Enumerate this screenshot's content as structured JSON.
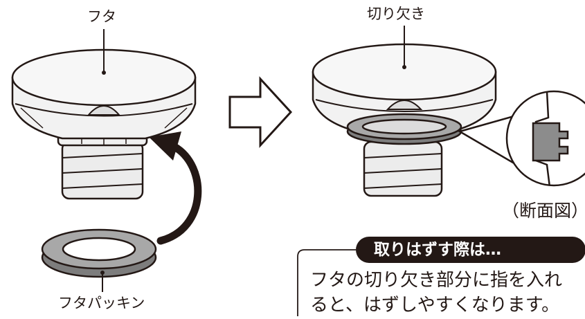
{
  "labels": {
    "lid": "フタ",
    "notch": "切り欠き",
    "packing": "フタパッキン",
    "section": "（断面図）"
  },
  "note": {
    "title": "取りはずす際は…",
    "line1": "フタの切り欠き部分に指を入れ",
    "line2": "ると、はずしやすくなります。"
  },
  "colors": {
    "ink": "#231815",
    "body_fill": "#f2f2f2",
    "shade_fill": "#e0e0e0",
    "gasket_fill": "#8c8c8c",
    "gasket_light": "#b9b9b9"
  }
}
